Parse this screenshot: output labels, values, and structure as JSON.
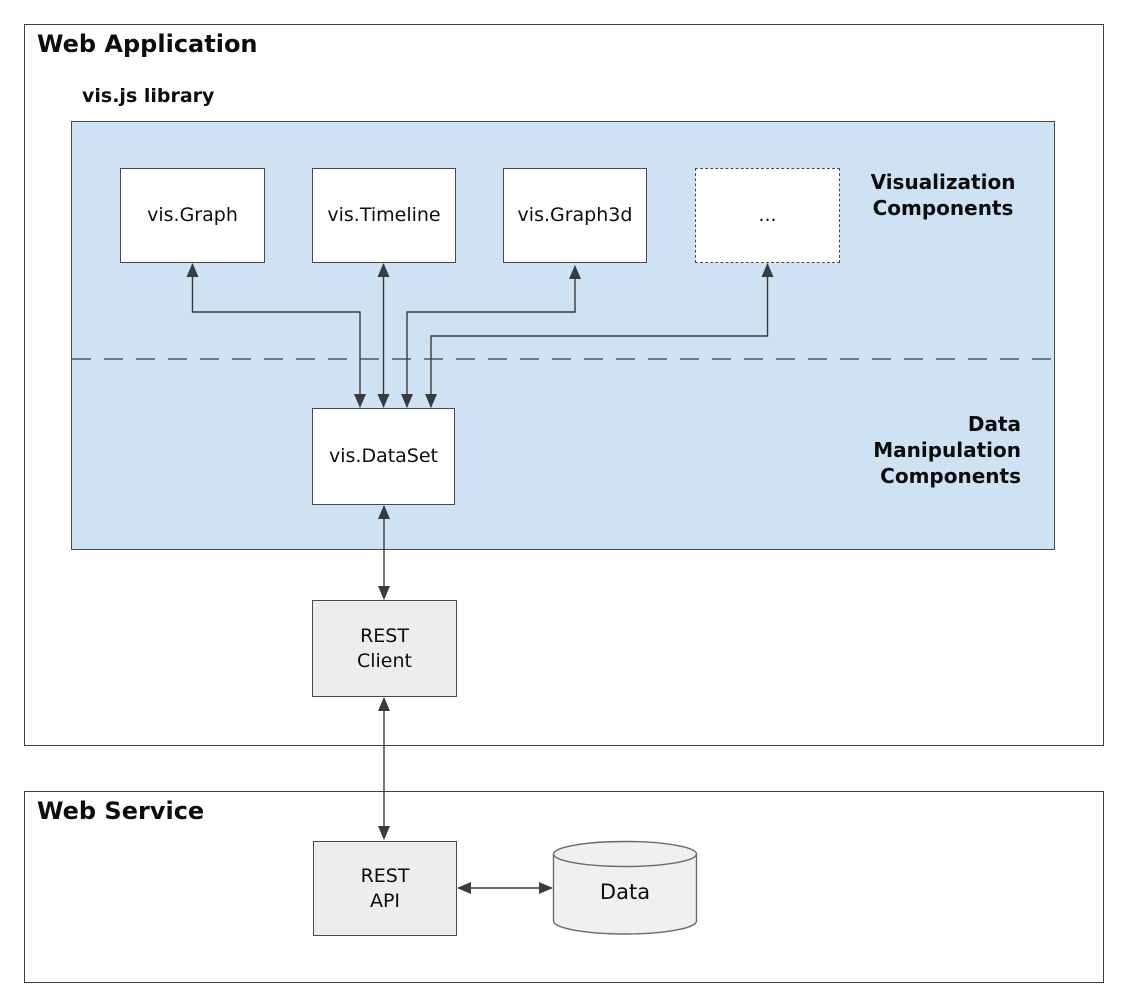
{
  "colors": {
    "library_fill": "#cfe2f3",
    "box_border": "#4a4a4a",
    "gray_fill": "#ededed",
    "cylinder_fill": "#f0f0f0",
    "line": "#3b3b3b"
  },
  "web_application": {
    "title": "Web Application",
    "library_label": "vis.js library",
    "visualization_section": {
      "label_lines": [
        "Visualization",
        "Components"
      ],
      "components": [
        {
          "label": "vis.Graph"
        },
        {
          "label": "vis.Timeline"
        },
        {
          "label": "vis.Graph3d"
        },
        {
          "label": "..."
        }
      ]
    },
    "data_manipulation_section": {
      "label_lines": [
        "Data",
        "Manipulation",
        "Components"
      ],
      "dataset_label": "vis.DataSet"
    },
    "rest_client": {
      "lines": [
        "REST",
        "Client"
      ]
    }
  },
  "web_service": {
    "title": "Web Service",
    "rest_api": {
      "lines": [
        "REST",
        "API"
      ]
    },
    "data_store_label": "Data"
  }
}
